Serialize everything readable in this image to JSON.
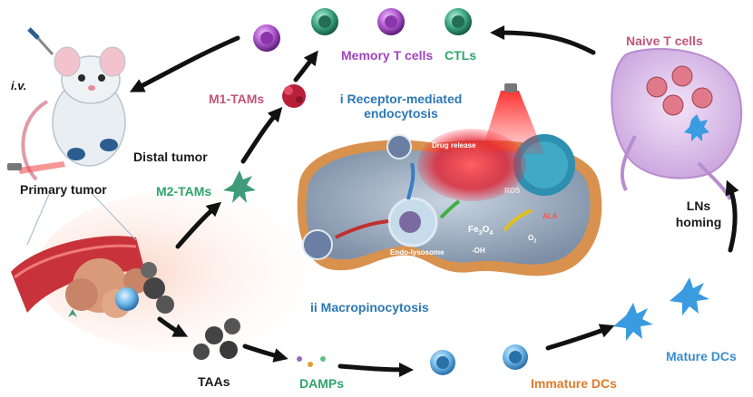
{
  "labels": {
    "iv": "i.v.",
    "distal_tumor": "Distal tumor",
    "primary_tumor": "Primary tumor",
    "m1_tams": "M1-TAMs",
    "m2_tams": "M2-TAMs",
    "memory_t_cells": "Memory T cells",
    "ctls": "CTLs",
    "naive_t_cells": "Naive T cells",
    "receptor_endocytosis_line1": "i Receptor-mediated",
    "receptor_endocytosis_line2": "endocytosis",
    "macropinocytosis": "ii Macropinocytosis",
    "ln_homing_line1": "LNs",
    "ln_homing_line2": "homing",
    "mature_dcs": "Mature DCs",
    "immature_dcs": "Immature DCs",
    "damps": "DAMPs",
    "taas": "TAAs"
  },
  "cell_labels": {
    "drug_release": "Drug release",
    "ros": "ROS",
    "ala": "ALA",
    "fe3o4_main": "Fe",
    "fe3o4_sub": "3",
    "fe3o4_o": "O",
    "fe3o4_sub2": "4",
    "endo_lysosome": "Endo-lysosome",
    "oh": "-OH",
    "o2_main": "O",
    "o2_sub": "2"
  },
  "colors": {
    "arrow": "#111111",
    "cell_membrane": "#d9914e",
    "cytoplasm": "#8fa3b8",
    "laser": "#ff2a2a",
    "memory_cell": "#b25ad0",
    "ctl_cell": "#3faa86",
    "dc_cell": "#3a9be0",
    "lymph_node": "#cfb0df"
  }
}
